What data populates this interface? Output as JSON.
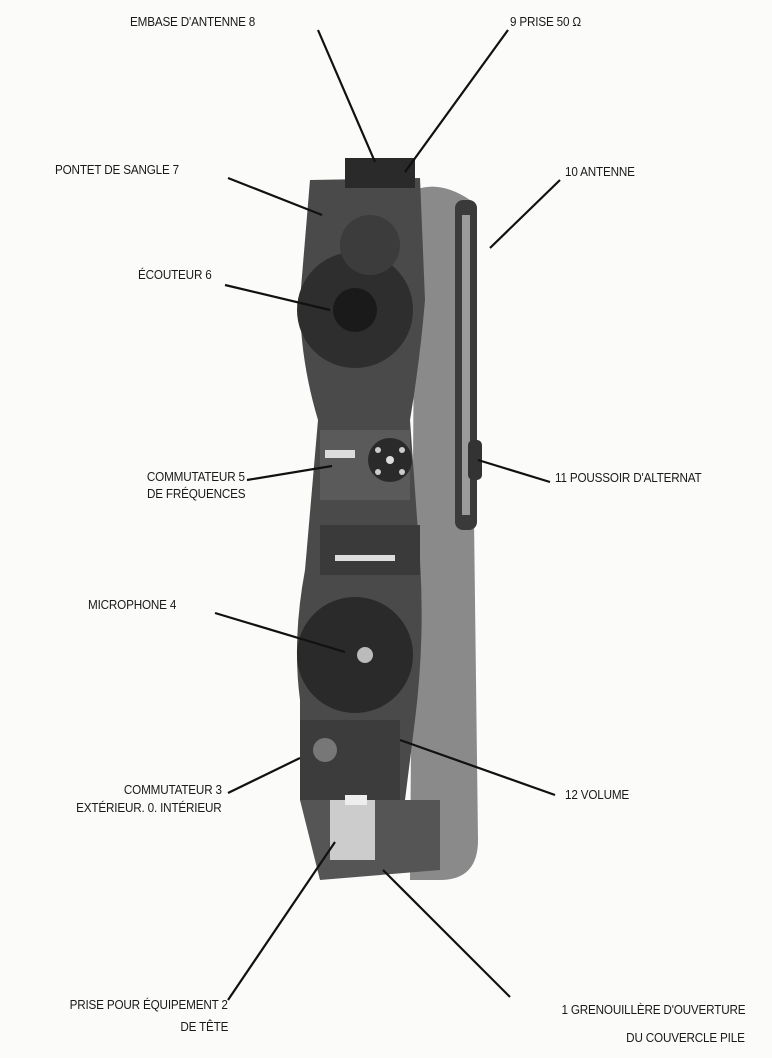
{
  "labels": {
    "l8": "EMBASE D'ANTENNE 8",
    "l9": "9 PRISE 50 Ω",
    "l7": "PONTET DE SANGLE 7",
    "l10": "10 ANTENNE",
    "l6": "ÉCOUTEUR 6",
    "l5a": "COMMUTATEUR 5",
    "l5b": "DE FRÉQUENCES",
    "l11": "11 POUSSOIR D'ALTERNAT",
    "l4": "MICROPHONE 4",
    "l3a": "COMMUTATEUR 3",
    "l3b": "EXTÉRIEUR. 0. INTÉRIEUR",
    "l12": "12 VOLUME",
    "l2a": "PRISE POUR ÉQUIPEMENT 2",
    "l2b": "DE TÊTE",
    "l1a": "1 GRENOUILLÈRE D'OUVERTURE",
    "l1b": "DU COUVERCLE PILE"
  }
}
